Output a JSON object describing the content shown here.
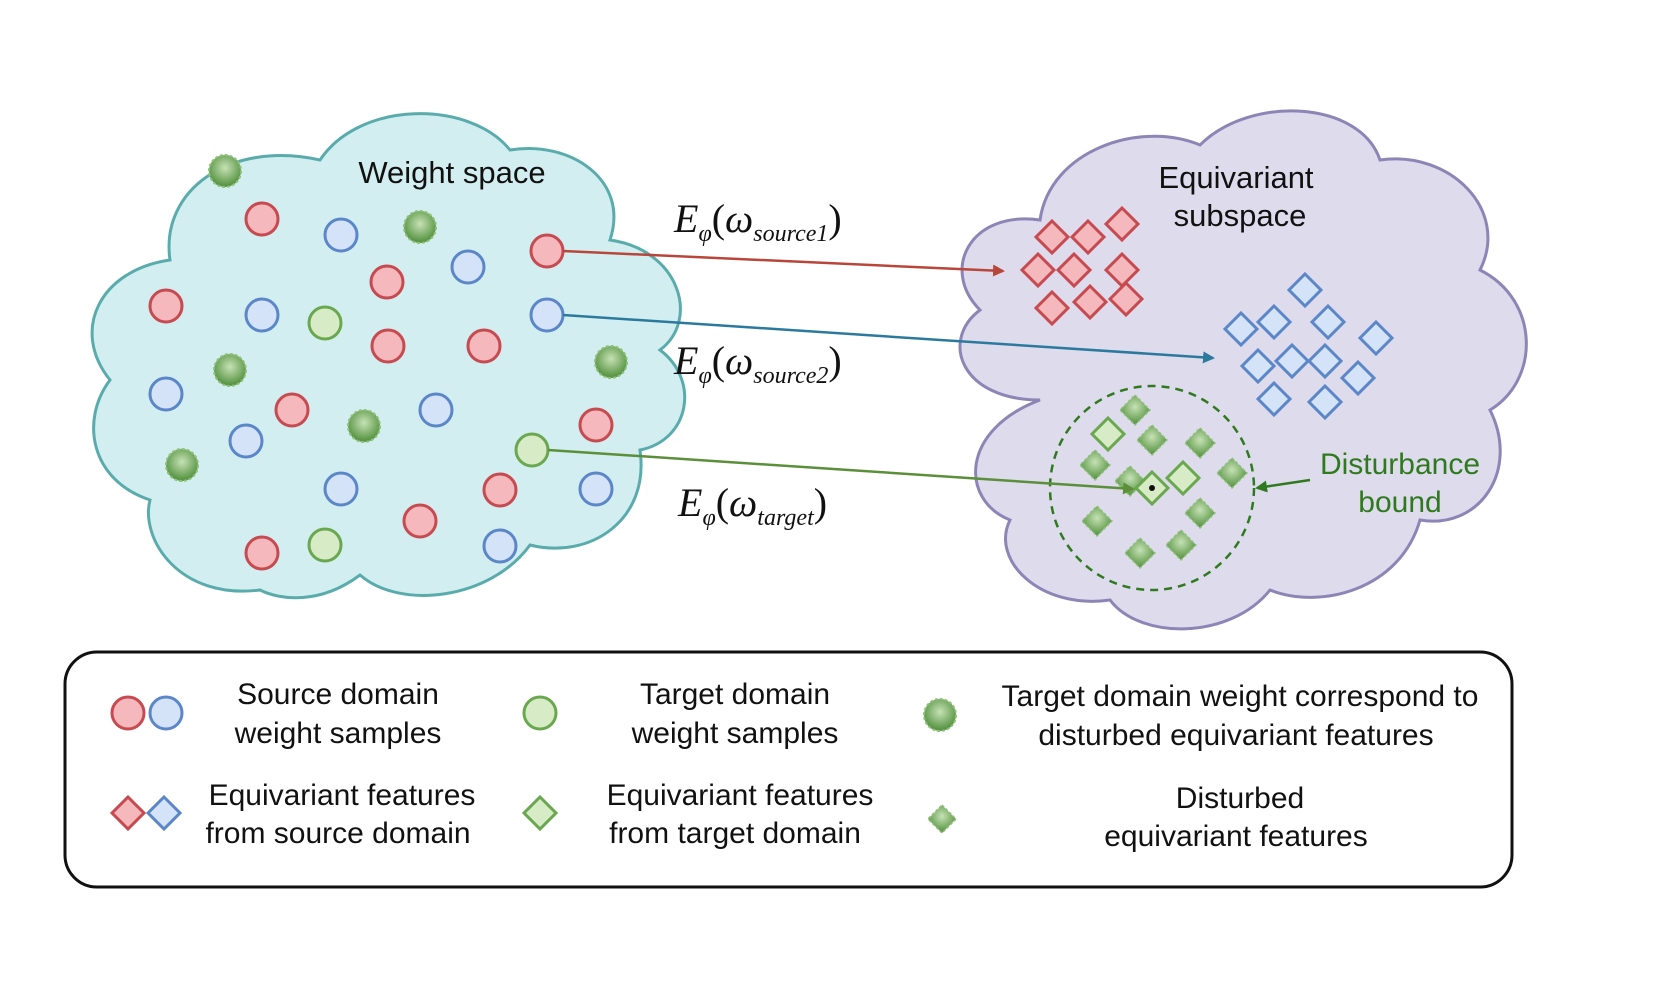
{
  "weight_space": {
    "label": "Weight space"
  },
  "equivariant_subspace": {
    "label_line1": "Equivariant",
    "label_line2": "subspace"
  },
  "mappings": [
    {
      "func": "E",
      "sub": "φ",
      "arg": "ω",
      "argsub": "source1",
      "color": "#b8463a"
    },
    {
      "func": "E",
      "sub": "φ",
      "arg": "ω",
      "argsub": "source2",
      "color": "#2b7a9e"
    },
    {
      "func": "E",
      "sub": "φ",
      "arg": "ω",
      "argsub": "target",
      "color": "#5c8f3a"
    }
  ],
  "disturbance": {
    "label_line1": "Disturbance",
    "label_line2": "bound",
    "color": "#2f7a1e"
  },
  "legend": {
    "source_samples": {
      "line1": "Source domain",
      "line2": "weight samples"
    },
    "target_samples": {
      "line1": "Target domain",
      "line2": "weight samples"
    },
    "target_disturbed_weight": {
      "line1": "Target domain weight correspond to",
      "line2": "disturbed equivariant features"
    },
    "source_features": {
      "line1": "Equivariant features",
      "line2": "from source domain"
    },
    "target_features": {
      "line1": "Equivariant features",
      "line2": "from target domain"
    },
    "disturbed_features": {
      "line1": "Disturbed",
      "line2": "equivariant features"
    }
  },
  "colors": {
    "red_fill": "#f5b8bc",
    "red_stroke": "#c64a4f",
    "blue_fill": "#d4e3f7",
    "blue_stroke": "#5b87c9",
    "green_fill": "#d6ebc6",
    "green_stroke": "#6aa84f",
    "dark_green": "#5e9b47",
    "cloud_left_fill": "#d3eef0",
    "cloud_left_stroke": "#5aacac",
    "cloud_right_fill": "#dedbec",
    "cloud_right_stroke": "#8c85b5"
  }
}
